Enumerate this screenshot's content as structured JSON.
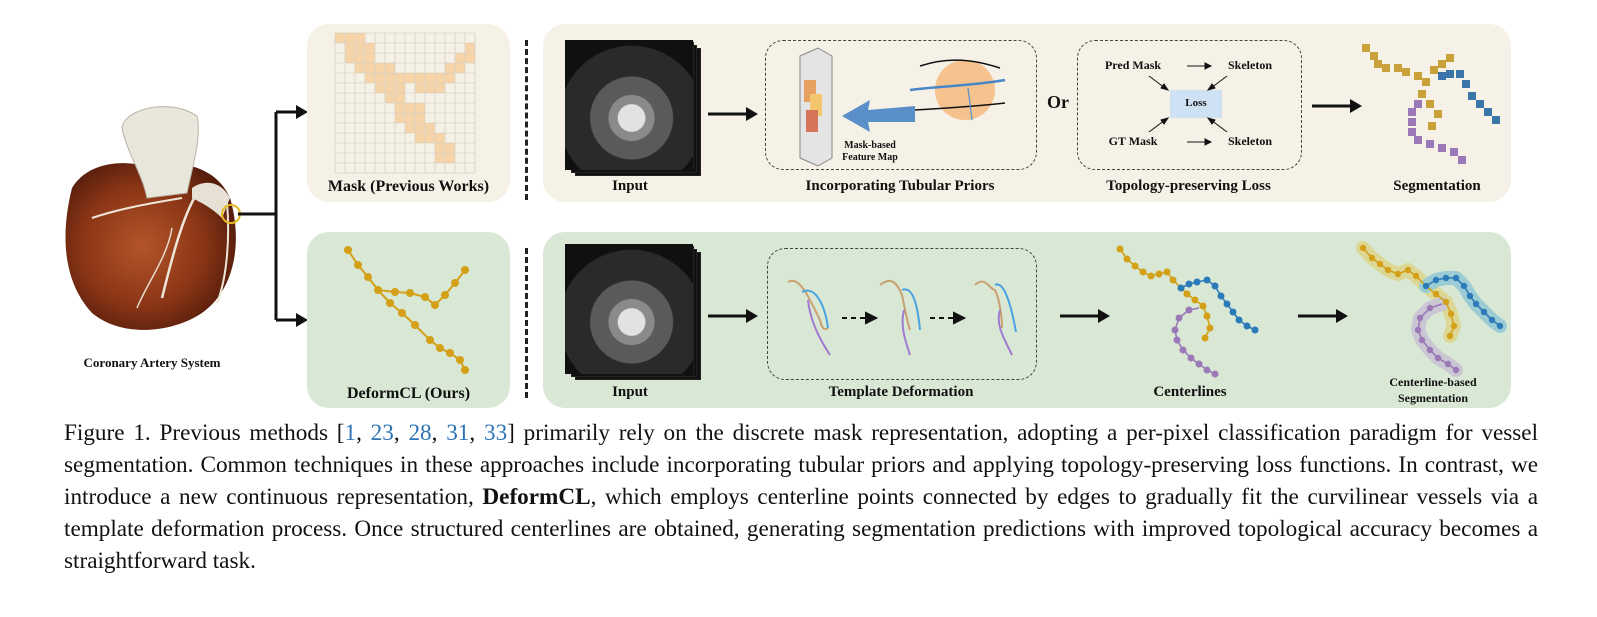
{
  "labels": {
    "heart": "Coronary Artery System",
    "mask": "Mask (Previous Works)",
    "deformcl": "DeformCL (Ours)",
    "input_top": "Input",
    "tubular": "Incorporating Tubular Priors",
    "feature_map_line1": "Mask-based",
    "feature_map_line2": "Feature Map",
    "or": "Or",
    "pred_mask": "Pred Mask",
    "skeleton_top": "Skeleton",
    "loss": "Loss",
    "gt_mask": "GT Mask",
    "skeleton_bottom": "Skeleton",
    "topology": "Topology-preserving Loss",
    "segmentation": "Segmentation",
    "input_bottom": "Input",
    "template": "Template Deformation",
    "centerlines": "Centerlines",
    "cl_seg_line1": "Centerline-based",
    "cl_seg_line2": "Segmentation"
  },
  "caption": {
    "prefix": "Figure 1.  Previous methods [",
    "refs": [
      "1",
      "23",
      "28",
      "31",
      "33"
    ],
    "text_a": "] primarily rely on the discrete mask representation, adopting a per-pixel classification paradigm for vessel segmentation. Common techniques in these approaches include incorporating tubular priors and applying topology-preserving loss functions. In contrast, we introduce a new continuous representation, ",
    "bold": "DeformCL",
    "text_b": ", which employs centerline points connected by edges to gradually fit the curvilinear vessels via a template deformation process. Once structured centerlines are obtained, generating segmentation predictions with improved topological accuracy becomes a straightforward task."
  },
  "colors": {
    "beige_panel": "#f5f1e6",
    "green_panel": "#d9e8d5",
    "gold": "#d4a017",
    "blue": "#2b7bb9",
    "purple": "#9b79b8",
    "mask_cell": "#f6d4a8",
    "loss_box": "#cfe2f3"
  }
}
